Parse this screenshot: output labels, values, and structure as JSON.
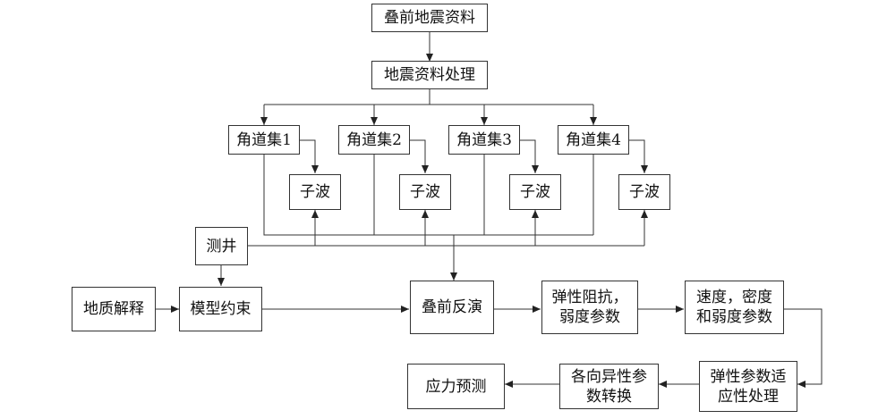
{
  "nodes": {
    "prestack_data": "叠前地震资料",
    "data_processing": "地震资料处理",
    "angle_gather_1": "角道集1",
    "angle_gather_2": "角道集2",
    "angle_gather_3": "角道集3",
    "angle_gather_4": "角道集4",
    "wavelet_1": "子波",
    "wavelet_2": "子波",
    "wavelet_3": "子波",
    "wavelet_4": "子波",
    "well_log": "测井",
    "geologic_interpretation": "地质解释",
    "model_constraint": "模型约束",
    "prestack_inversion": "叠前反演",
    "elastic_impedance": "弹性阻抗，\n弱度参数",
    "velocity_density": "速度，密度\n和弱度参数",
    "elastic_adaptive": "弹性参数适\n应性处理",
    "anisotropy_conversion": "各向异性参\n数转换",
    "stress_prediction": "应力预测"
  },
  "colors": {
    "line": "#333333",
    "text": "#111111",
    "background": "#ffffff"
  }
}
